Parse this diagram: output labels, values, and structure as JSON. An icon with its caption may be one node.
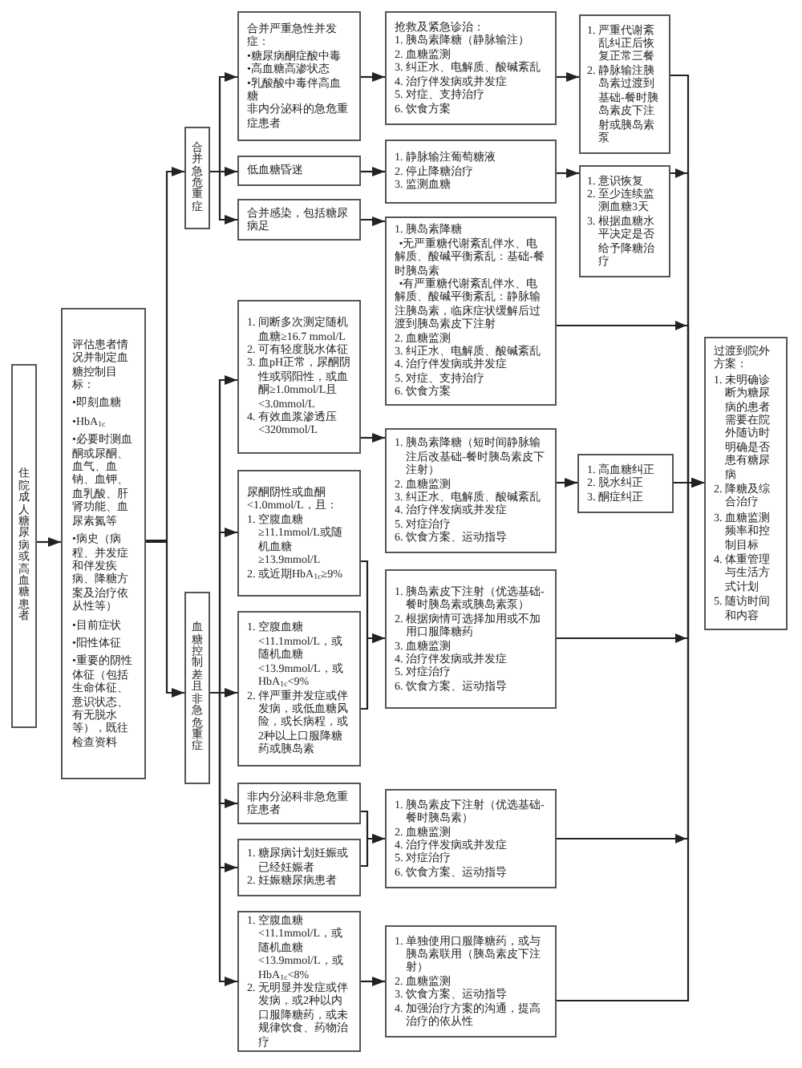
{
  "diagram": {
    "nodes": [
      {
        "text": [
          "住院成人糖尿病或高血糖患者"
        ]
      },
      {
        "text": [
          "评估患者情况并制定血糖控制目标：",
          "•即刻血糖",
          "•HbA$_{1c}$",
          "•必要时测血酮或尿酮、血气、血钠、血钾、血乳酸、肝肾功能、血尿素氮等",
          "•病史（病程、并发症和伴发疾病、降糖方案及治疗依从性等）",
          "•目前症状",
          "•阳性体征",
          "•重要的阴性体征（包括生命体征、意识状态、有无脱水等），既往检查资料"
        ]
      },
      {
        "text": [
          "合并急危重症"
        ]
      },
      {
        "text": [
          "合并严重急性并发症：",
          "•糖尿病酮症酸中毒",
          "•高血糖高渗状态",
          "•乳酸酸中毒伴高血糖",
          "非内分泌科的急危重症患者"
        ]
      },
      {
        "text": [
          "低血糖昏迷"
        ]
      },
      {
        "text": [
          "合并感染，包括糖尿病足"
        ]
      },
      {
        "text": [
          "抢救及紧急诊治：",
          "1. 胰岛素降糖（静脉输注）",
          "2. 血糖监测",
          "3. 纠正水、电解质、酸碱紊乱",
          "4. 治疗伴发病或并发症",
          "5. 对症、支持治疗",
          "6. 饮食方案"
        ]
      },
      {
        "text": [
          "1. 静脉输注葡萄糖液",
          "2. 停止降糖治疗",
          "3. 监测血糖"
        ]
      },
      {
        "text": [
          "1. 胰岛素降糖",
          "•无严重糖代谢紊乱伴水、电解质、酸碱平衡紊乱：基础-餐时胰岛素",
          "•有严重糖代谢紊乱伴水、电解质、酸碱平衡紊乱：静脉输注胰岛素，临床症状缓解后过渡到胰岛素皮下注射",
          "2. 血糖监测",
          "3. 纠正水、电解质、酸碱紊乱",
          "4. 治疗伴发病或并发症",
          "5. 对症、支持治疗",
          "6. 饮食方案"
        ]
      },
      {
        "text": [
          "1. 严重代谢紊乱纠正后恢复正常三餐",
          "2. 静脉输注胰岛素过渡到基础-餐时胰岛素皮下注射或胰岛素泵"
        ]
      },
      {
        "text": [
          "1. 意识恢复",
          "2. 至少连续监测血糖3天",
          "3. 根据血糖水平决定是否给予降糖治疗"
        ]
      },
      {
        "text": [
          "血糖控制差且非急危重症"
        ]
      },
      {
        "text": [
          "1. 间断多次测定随机血糖≥16.7 mmol/L",
          "2. 可有轻度脱水体征",
          "3. 血pH正常，尿酮阴性或弱阳性，或血酮≥1.0mmol/L且<3.0mmol/L",
          "4. 有效血浆渗透压<320mmol/L"
        ]
      },
      {
        "text": [
          "尿酮阴性或血酮<1.0mmol/L，且：",
          "1. 空腹血糖≥11.1mmol/L或随机血糖≥13.9mmol/L",
          "2. 或近期HbA$_{1c}$≥9%"
        ]
      },
      {
        "text": [
          "1. 空腹血糖<11.1mmol/L，或随机血糖<13.9mmol/L，或HbA$_{1c}$<9%",
          "2. 伴严重并发症或伴发病，或低血糖风险，或长病程，或2种以上口服降糖药或胰岛素"
        ]
      },
      {
        "text": [
          "非内分泌科非急危重症患者"
        ]
      },
      {
        "text": [
          "1. 糖尿病计划妊娠或已经妊娠者",
          "2. 妊娠糖尿病患者"
        ]
      },
      {
        "text": [
          "1. 空腹血糖<11.1mmol/L，或随机血糖<13.9mmol/L，或HbA$_{1c}$<8%",
          "2. 无明显并发症或伴发病，或2种以内口服降糖药，或未规律饮食、药物治疗"
        ]
      },
      {
        "text": [
          "1. 胰岛素降糖（短时间静脉输注后改基础-餐时胰岛素皮下注射）",
          "2. 血糖监测",
          "3. 纠正水、电解质、酸碱紊乱",
          "4. 治疗伴发病或并发症",
          "5. 对症治疗",
          "6. 饮食方案、运动指导"
        ]
      },
      {
        "text": [
          "1. 胰岛素皮下注射（优选基础-餐时胰岛素或胰岛素泵）",
          "2. 根据病情可选择加用或不加用口服降糖药",
          "3. 血糖监测",
          "4. 治疗伴发病或并发症",
          "5. 对症治疗",
          "6. 饮食方案、运动指导"
        ]
      },
      {
        "text": [
          "1. 胰岛素皮下注射（优选基础-餐时胰岛素）",
          "2. 血糖监测",
          "4. 治疗伴发病或并发症",
          "5. 对症治疗",
          "6. 饮食方案、运动指导"
        ]
      },
      {
        "text": [
          "1. 单独使用口服降糖药，或与胰岛素联用（胰岛素皮下注射）",
          "2. 血糖监测",
          "3. 饮食方案、运动指导",
          "4. 加强治疗方案的沟通，提高治疗的依从性"
        ]
      },
      {
        "text": [
          "1. 高血糖纠正",
          "2. 脱水纠正",
          "3. 酮症纠正"
        ]
      },
      {
        "text": [
          "过渡到院外方案：",
          "1. 未明确诊断为糖尿病的患者需要在院外随访时明确是否患有糖尿病",
          "2. 降糖及综合治疗",
          "3. 血糖监测频率和控制目标",
          "4. 体重管理与生活方式计划",
          "5. 随访时间和内容"
        ]
      }
    ],
    "edges": [
      {
        "from": 0,
        "to": 1,
        "arrow": "to"
      },
      {
        "from": 1,
        "to": 2,
        "arrow": "to"
      },
      {
        "from": 1,
        "to": 11,
        "arrow": "to"
      },
      {
        "from": 2,
        "to": 3,
        "arrow": "to"
      },
      {
        "from": 2,
        "to": 4,
        "arrow": "to"
      },
      {
        "from": 2,
        "to": 5,
        "arrow": "to"
      },
      {
        "from": 3,
        "to": 6,
        "arrow": "to"
      },
      {
        "from": 4,
        "to": 7,
        "arrow": "to"
      },
      {
        "from": 5,
        "to": 8,
        "arrow": "to"
      },
      {
        "from": 6,
        "to": 9,
        "arrow": "to"
      },
      {
        "from": 7,
        "to": 10,
        "arrow": "to"
      },
      {
        "from": 9,
        "to": 23,
        "arrow": "to"
      },
      {
        "from": 10,
        "to": 23,
        "arrow": "to"
      },
      {
        "from": 8,
        "to": 23,
        "arrow": "to"
      },
      {
        "from": 11,
        "to": 12,
        "arrow": "to"
      },
      {
        "from": 11,
        "to": 13,
        "arrow": "to"
      },
      {
        "from": 11,
        "to": 14,
        "arrow": "to"
      },
      {
        "from": 11,
        "to": 15,
        "arrow": "to"
      },
      {
        "from": 11,
        "to": 16,
        "arrow": "to"
      },
      {
        "from": 11,
        "to": 17,
        "arrow": "to"
      },
      {
        "from": 12,
        "to": 18,
        "arrow": "to"
      },
      {
        "from": 13,
        "to": 19,
        "arrow": "to"
      },
      {
        "from": 14,
        "to": 19,
        "arrow": "to"
      },
      {
        "from": 18,
        "to": 22,
        "arrow": "to"
      },
      {
        "from": 22,
        "to": 23,
        "arrow": "to"
      },
      {
        "from": 19,
        "to": 23,
        "arrow": "to"
      },
      {
        "from": 15,
        "to": 20,
        "arrow": "to"
      },
      {
        "from": 16,
        "to": 20,
        "arrow": "to"
      },
      {
        "from": 20,
        "to": 23,
        "arrow": "to"
      },
      {
        "from": 17,
        "to": 21,
        "arrow": "to"
      },
      {
        "from": 21,
        "to": 23,
        "arrow": "to"
      }
    ]
  }
}
